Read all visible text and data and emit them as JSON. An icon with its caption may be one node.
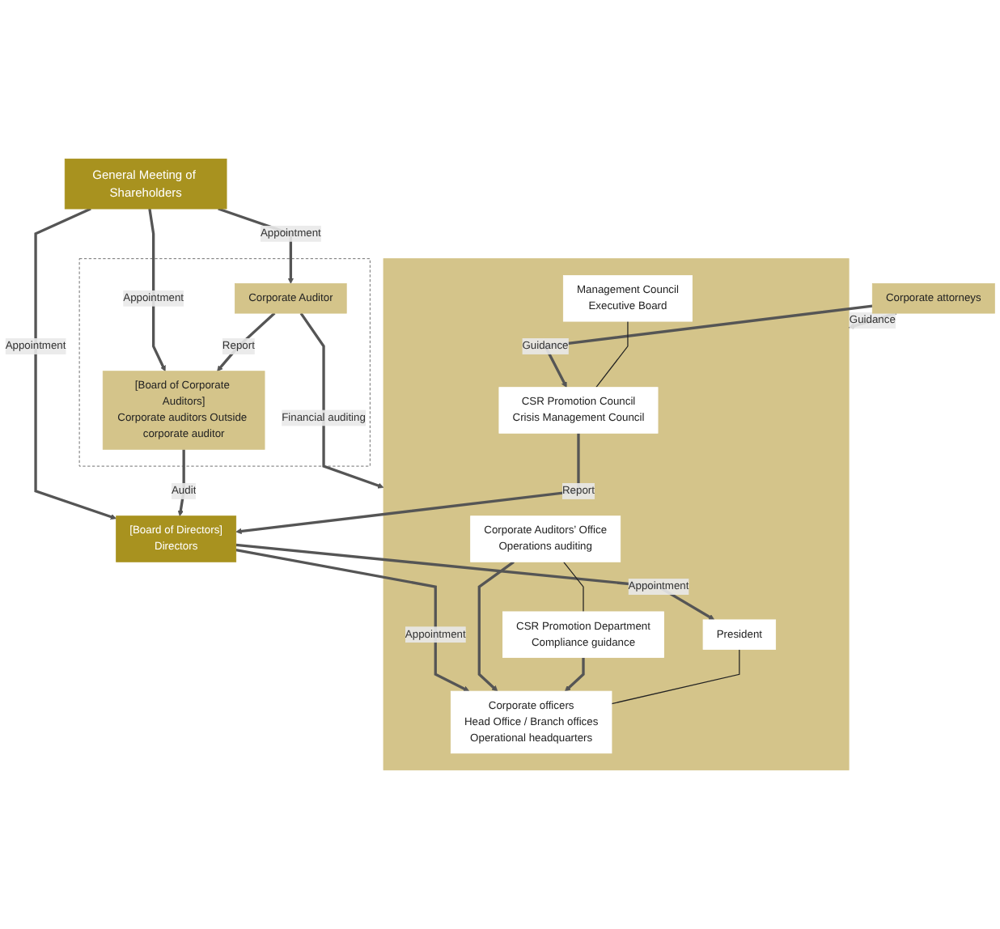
{
  "diagram": {
    "nodes": [
      {
        "text": [
          "General Meeting of Shareholders"
        ]
      },
      {
        "text": [],
        "shape": "box"
      },
      {
        "text": [
          "Corporate Auditor"
        ],
        "in": 1
      },
      {
        "text": [
          "[Board of Corporate Auditors]",
          "Corporate auditors Outside corporate auditor"
        ],
        "in": 1
      },
      {
        "text": [
          "[Board of Directors]",
          "Directors"
        ]
      },
      {
        "text": [],
        "shape": "box"
      },
      {
        "text": [
          "President"
        ],
        "in": 5
      },
      {
        "text": [
          "Management Council",
          "Executive Board"
        ],
        "in": 5
      },
      {
        "text": [
          "CSR Promotion Council",
          "Crisis Management Council"
        ],
        "in": 5
      },
      {
        "text": [
          "Corporate officers",
          "Head Office / Branch offices",
          "Operational headquarters"
        ],
        "in": 5
      },
      {
        "text": [
          "Corporate Auditors’ Office",
          "Operations auditing"
        ],
        "in": 5
      },
      {
        "text": [
          "CSR Promotion Department",
          "Compliance guidance"
        ],
        "in": 5
      },
      {
        "text": [
          "Corporate attorneys"
        ]
      }
    ],
    "edges": [
      {
        "from": 0,
        "to": 2,
        "arrow": "to",
        "label": "Appointment"
      },
      {
        "from": 0,
        "to": 3,
        "arrow": "to",
        "label": "Appointment"
      },
      {
        "from": 0,
        "to": 4,
        "arrow": "to",
        "label": "Appointment"
      },
      {
        "from": 2,
        "to": 3,
        "arrow": "to",
        "label": "Report"
      },
      {
        "from": 3,
        "to": 4,
        "arrow": "to",
        "label": "Audit"
      },
      {
        "from": 2,
        "to": 5,
        "arrow": "to",
        "label": "Financial auditing"
      },
      {
        "from": 4,
        "to": 6,
        "arrow": "to",
        "label": "Appointment"
      },
      {
        "from": 4,
        "to": 9,
        "arrow": "to",
        "label": "Appointment"
      },
      {
        "from": 8,
        "to": 4,
        "arrow": "to",
        "label": "Report"
      },
      {
        "from": 12,
        "to": 8,
        "arrow": "to",
        "label": "Guidance"
      },
      {
        "from": 12,
        "to": 5,
        "arrow": "to",
        "label": "Guidance"
      },
      {
        "from": 10,
        "to": 9,
        "arrow": "to"
      },
      {
        "from": 11,
        "to": 9,
        "arrow": "to"
      },
      {
        "from": 7,
        "to": 8,
        "arrow": "none",
        "color": "#222222"
      },
      {
        "from": 6,
        "to": 9,
        "arrow": "none",
        "color": "#222222"
      },
      {
        "from": 10,
        "to": 11,
        "arrow": "none",
        "color": "#222222"
      }
    ]
  }
}
